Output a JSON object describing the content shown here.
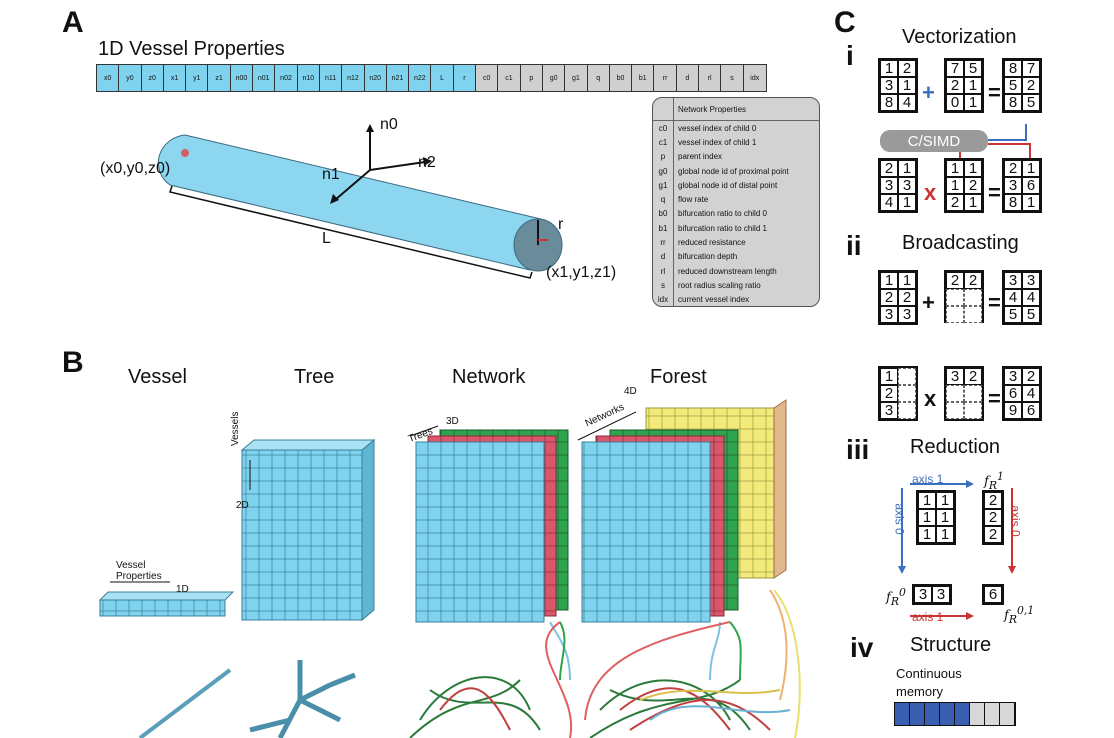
{
  "panels": {
    "a": "A",
    "b": "B",
    "c": "C"
  },
  "a": {
    "title": "1D Vessel Properties",
    "strip_blue": [
      "x0",
      "y0",
      "z0",
      "x1",
      "y1",
      "z1",
      "n00",
      "n01",
      "n02",
      "n10",
      "n11",
      "n12",
      "n20",
      "n21",
      "n22",
      "L",
      "r"
    ],
    "strip_gray": [
      "c0",
      "c1",
      "p",
      "g0",
      "g1",
      "q",
      "b0",
      "b1",
      "rr",
      "d",
      "rl",
      "s",
      "idx"
    ],
    "labels": {
      "p0": "(x0,y0,z0)",
      "p1": "(x1,y1,z1)",
      "L": "L",
      "r": "r",
      "n0": "n0",
      "n1": "n1",
      "n2": "n2"
    },
    "network_props": {
      "title": "Network Properties",
      "rows": [
        [
          "c0",
          "vessel index of child 0"
        ],
        [
          "c1",
          "vessel index of child 1"
        ],
        [
          "p",
          "parent index"
        ],
        [
          "g0",
          "global node id of proximal point"
        ],
        [
          "g1",
          "global node id of distal point"
        ],
        [
          "q",
          "flow rate"
        ],
        [
          "b0",
          "bifurcation ratio to child 0"
        ],
        [
          "b1",
          "bifurcation ratio to child 1"
        ],
        [
          "rr",
          "reduced resistance"
        ],
        [
          "d",
          "bifurcation depth"
        ],
        [
          "rl",
          "reduced downstream length"
        ],
        [
          "s",
          "root radius scaling ratio"
        ],
        [
          "idx",
          "current vessel index"
        ]
      ]
    }
  },
  "b": {
    "headers": [
      "Vessel",
      "Tree",
      "Network",
      "Forest"
    ],
    "vessel_props": "Vessel Properties",
    "d1": "1D",
    "vessels": "Vessels",
    "d2": "2D",
    "trees": "Trees",
    "d3": "3D",
    "networks": "Networks",
    "d4": "4D"
  },
  "c": {
    "i": "i",
    "ii": "ii",
    "iii": "iii",
    "iv": "iv",
    "vectorization": "Vectorization",
    "broadcasting": "Broadcasting",
    "reduction": "Reduction",
    "structure": "Structure",
    "csimd": "C/SIMD",
    "axis0": "axis 0",
    "axis1": "axis 1",
    "continuous": "Continuous",
    "memory": "memory",
    "vec_add": {
      "a": [
        "1",
        "2",
        "3",
        "1",
        "8",
        "4"
      ],
      "b": [
        "7",
        "5",
        "2",
        "1",
        "0",
        "1"
      ],
      "r": [
        "8",
        "7",
        "5",
        "2",
        "8",
        "5"
      ]
    },
    "vec_mul": {
      "a": [
        "2",
        "1",
        "3",
        "3",
        "4",
        "1"
      ],
      "b": [
        "1",
        "1",
        "1",
        "2",
        "2",
        "1"
      ],
      "r": [
        "2",
        "1",
        "3",
        "6",
        "8",
        "1"
      ]
    },
    "bc_add": {
      "a": [
        "1",
        "1",
        "2",
        "2",
        "3",
        "3"
      ],
      "b": [
        "2",
        "2"
      ],
      "r": [
        "3",
        "3",
        "4",
        "4",
        "5",
        "5"
      ]
    },
    "bc_mul": {
      "a": [
        "1",
        "2",
        "3"
      ],
      "b": [
        "3",
        "2"
      ],
      "r": [
        "3",
        "2",
        "6",
        "4",
        "9",
        "6"
      ]
    },
    "red": {
      "m": [
        "1",
        "1",
        "1",
        "1",
        "1",
        "1"
      ],
      "col": [
        "2",
        "2",
        "2"
      ],
      "row": [
        "3",
        "3"
      ],
      "all": "6",
      "fr1": "f",
      "fr0": "f",
      "fr01": "f"
    }
  }
}
